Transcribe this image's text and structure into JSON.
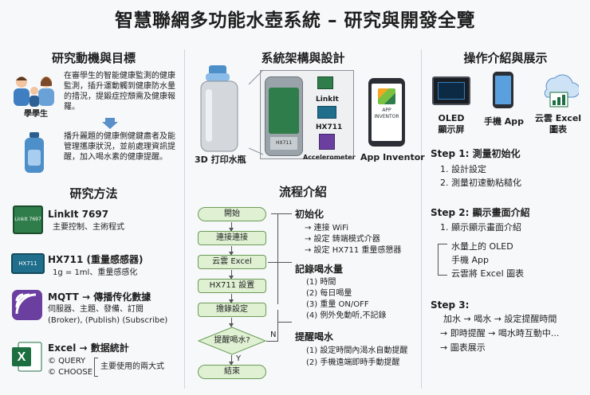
{
  "title": "智慧聯網多功能水壺系統 – 研究與開發全覽",
  "left": {
    "motivation_heading": "研究動機與目標",
    "student_label": "學學生",
    "motivation_text_1": "在審學生的智能健康監測的健康監測，插升運動觸到健康防水量的措況，提鍛症控頹需及健康報羅。",
    "motivation_text_2": "播升麗題的健康側健鍵肅者及能管理攜康狀況，並前處理資訊提醒，加入喝水素的健康提醒。",
    "methods_heading": "研究方法",
    "linkit_title": "LinkIt 7697",
    "linkit_desc": "主要控制、主術程式",
    "linkit_chip_text": "LinkIt 7697",
    "hx_title": "HX711 (重量感感器)",
    "hx_desc": "1g = 1ml、重量感感化",
    "hx_chip_text": "HX711",
    "mqtt_title": "MQTT → 傳播传化數據",
    "mqtt_desc_1": "伺服器、主題、發備、訂閱",
    "mqtt_desc_2": "(Broker), (Publish) (Subscribe)",
    "excel_title": "Excel → 數据統計",
    "excel_item_1": "© QUERY",
    "excel_item_2": "© CHOOSE",
    "excel_note": "主要使用的兩大式"
  },
  "middle": {
    "arch_heading": "系統架構與設計",
    "bottle_label": "3D 打印水瓶",
    "module_1": "LinkIt",
    "module_2": "HX711",
    "module_3": "Accelerometer",
    "board_text": "HX711",
    "phone_text_1": "APP",
    "phone_text_2": "INVENTOR",
    "appinv_label": "App Inventor",
    "flow_heading": "流程介紹",
    "flow": {
      "start": "開始",
      "s1": "連接連接",
      "s2": "云雲 Excel",
      "s3": "HX711 設置",
      "s4": "擔錄設定",
      "decision": "提醒喝水?",
      "end": "結束",
      "yes": "Y",
      "no": "N"
    },
    "init_title": "初始化",
    "init_items": [
      "→ 連接 WiFi",
      "→ 設定 鋳端模式介器",
      "→ 設定 HX711 重量感懇器"
    ],
    "rec_title": "記錄喝水量",
    "rec_items": [
      "(1) 時間",
      "(2) 每日喝量",
      "(3) 重量 ON/OFF",
      "(4) 例外免動听,不記錄"
    ],
    "remind_title": "提醒喝水",
    "remind_items": [
      "(1) 設定時間內渴水自動提醒",
      "(2) 手機遠端即時手動提醒"
    ]
  },
  "right": {
    "heading": "操作介紹與展示",
    "oled_label_1": "OLED",
    "oled_label_2": "顯示屏",
    "phone_label": "手機 App",
    "excel_label_1": "云雲 Excel",
    "excel_label_2": "圖表",
    "step1_title": "Step 1: 測量初始化",
    "step1_items": [
      "1. 設計設定",
      "2. 測量初速動粘糙化"
    ],
    "step2_title": "Step 2: 顯示畫面介紹",
    "step2_item": "1. 顯示顯示畫面介紹",
    "step2_sub": [
      "水量上的 OLED",
      "手機 App",
      "云雲將 Excel 圖表"
    ],
    "step3_title": "Step 3:",
    "step3_lines": [
      "加水 → 喝水 → 設定提醒時間",
      "→ 即時提醒 → 喝水時互動中...",
      "→ 圖表展示"
    ]
  },
  "colors": {
    "flow_fill": "#dff0d3",
    "flow_border": "#6a9c57",
    "chip_green": "#2f7d4a",
    "excel_green": "#1d6f42",
    "mqtt_purple": "#6b3fa0",
    "bottle_blue": "#4d8fc9"
  }
}
